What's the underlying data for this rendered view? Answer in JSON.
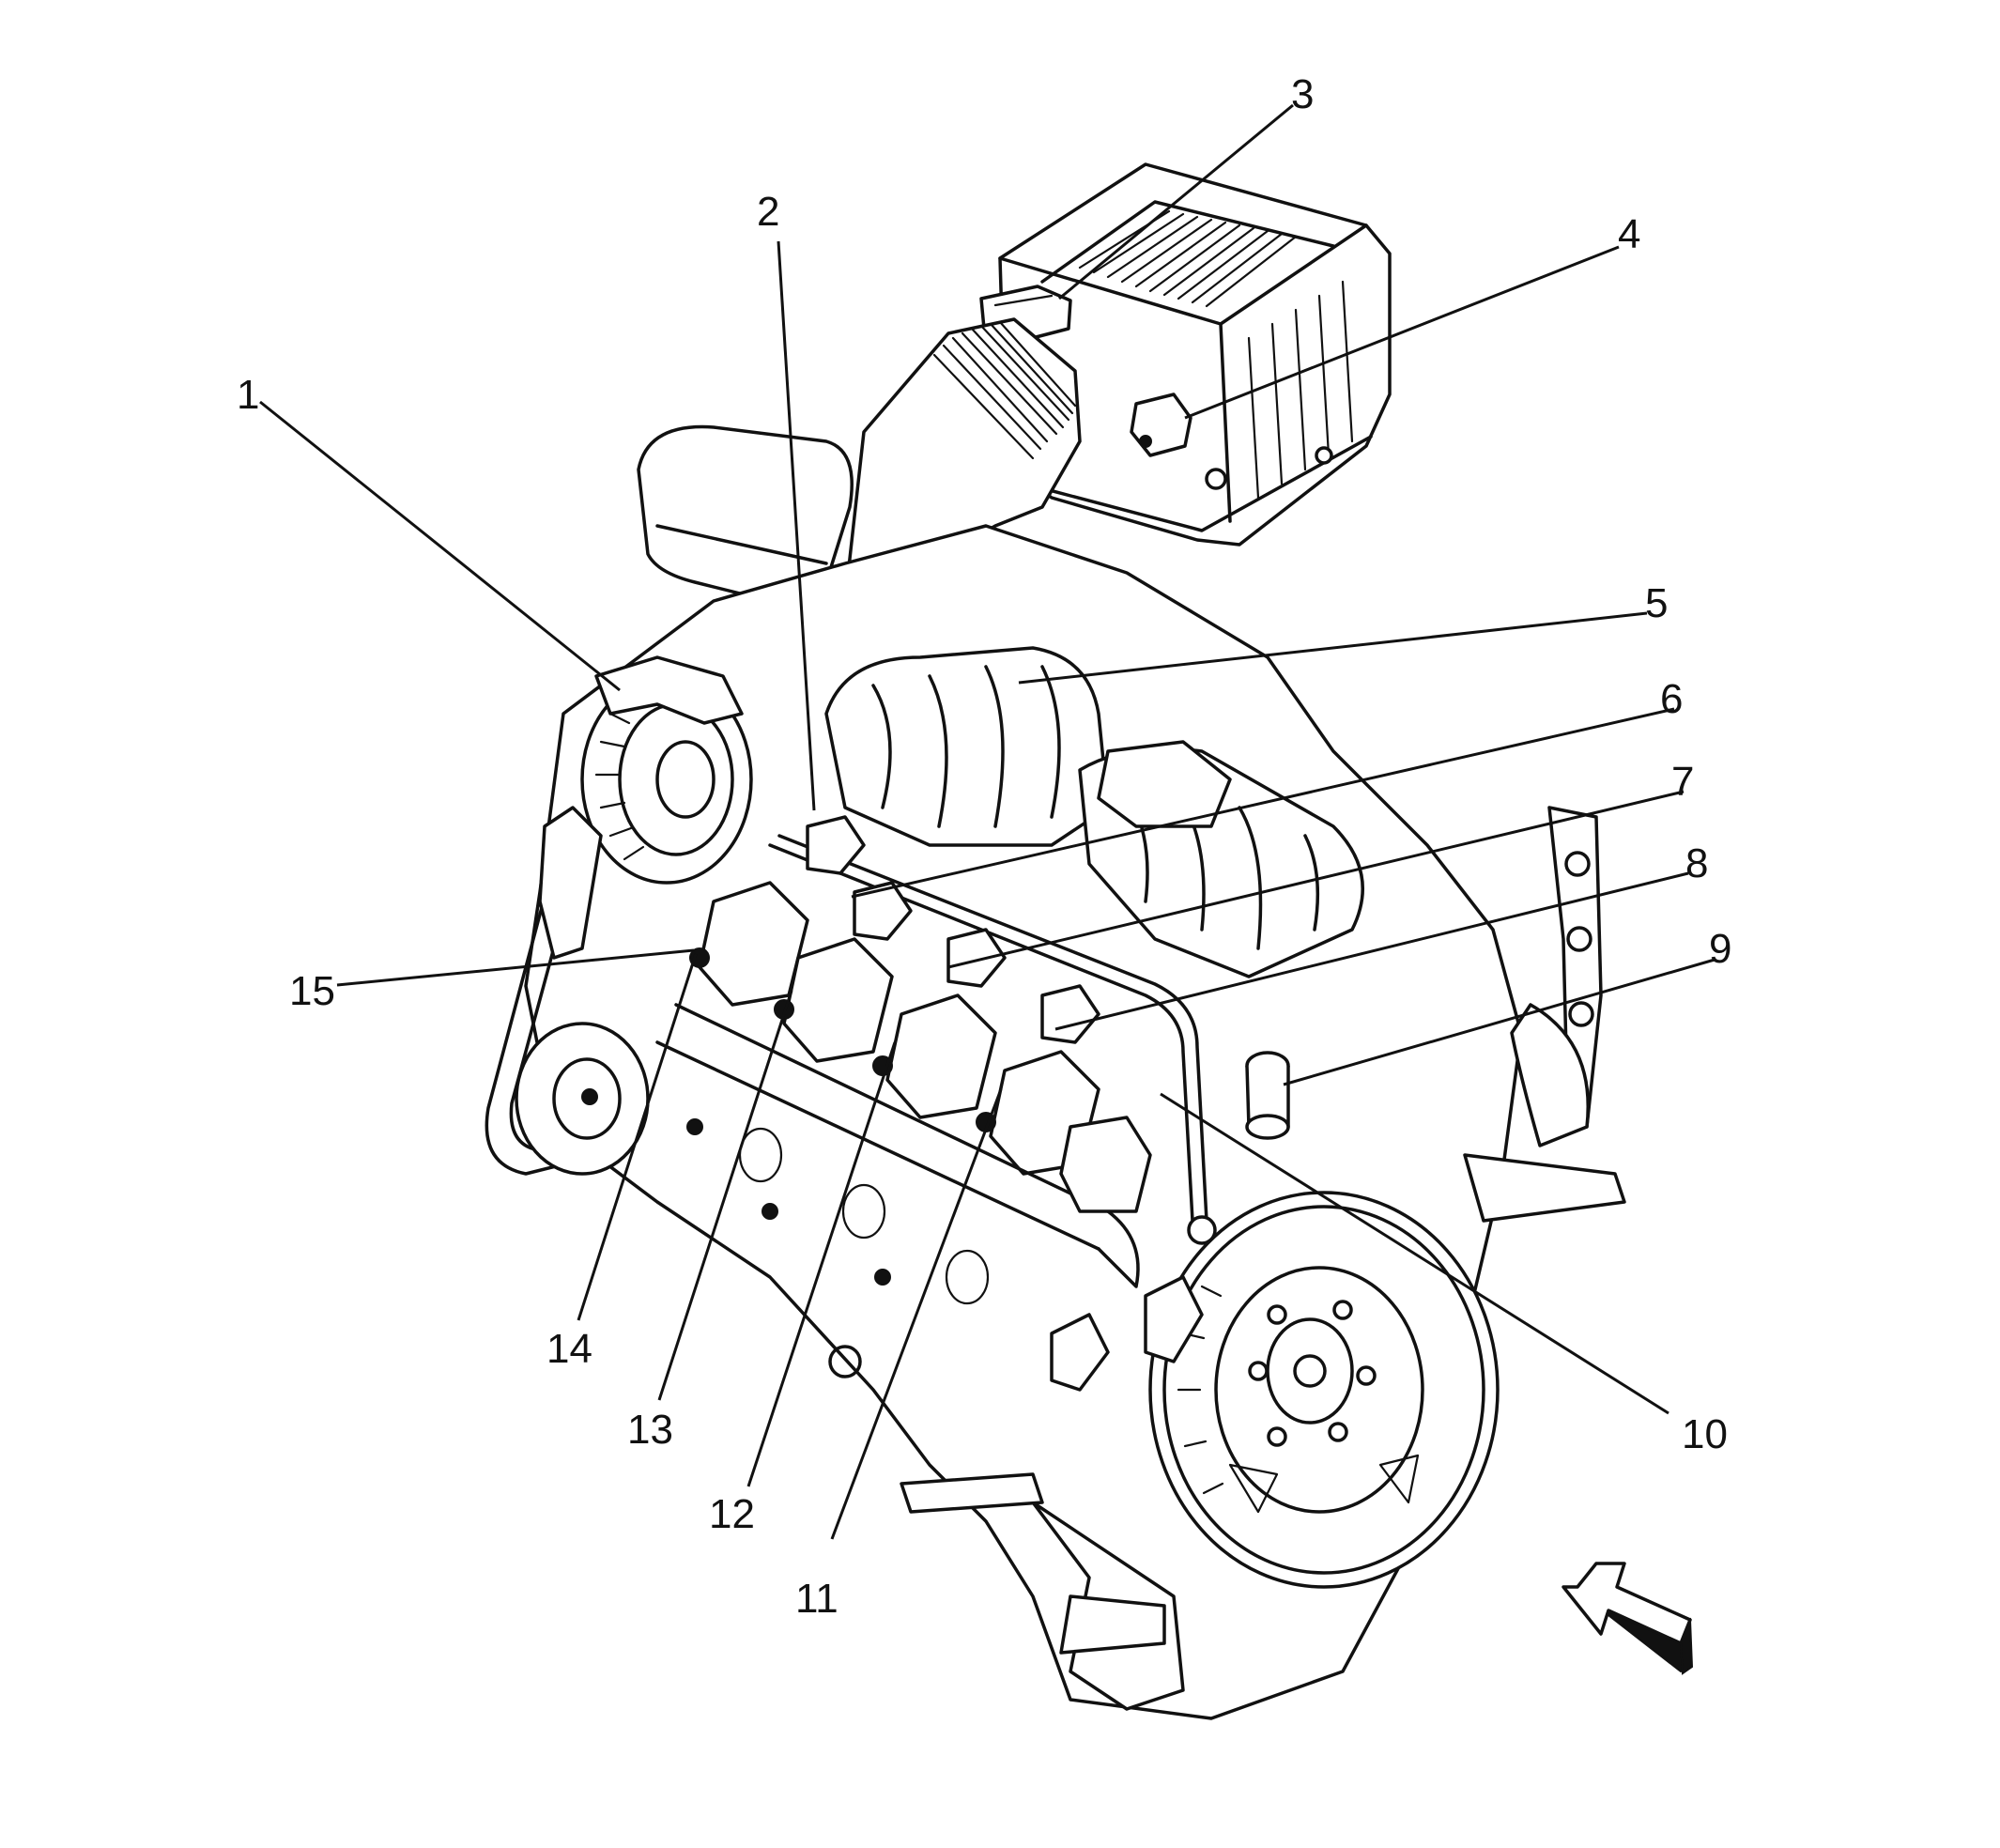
{
  "callouts": [
    {
      "id": "1",
      "text": "1"
    },
    {
      "id": "2",
      "text": "2"
    },
    {
      "id": "3",
      "text": "3"
    },
    {
      "id": "4",
      "text": "4"
    },
    {
      "id": "5",
      "text": "5"
    },
    {
      "id": "6",
      "text": "6"
    },
    {
      "id": "7",
      "text": "7"
    },
    {
      "id": "8",
      "text": "8"
    },
    {
      "id": "9",
      "text": "9"
    },
    {
      "id": "10",
      "text": "10"
    },
    {
      "id": "11",
      "text": "11"
    },
    {
      "id": "12",
      "text": "12"
    },
    {
      "id": "13",
      "text": "13"
    },
    {
      "id": "14",
      "text": "14"
    },
    {
      "id": "15",
      "text": "15"
    }
  ],
  "icons": {
    "engine": "engine-assembly-illustration",
    "direction": "view-direction-arrow-icon"
  },
  "colors": {
    "ink": "#111111",
    "background": "#ffffff"
  }
}
